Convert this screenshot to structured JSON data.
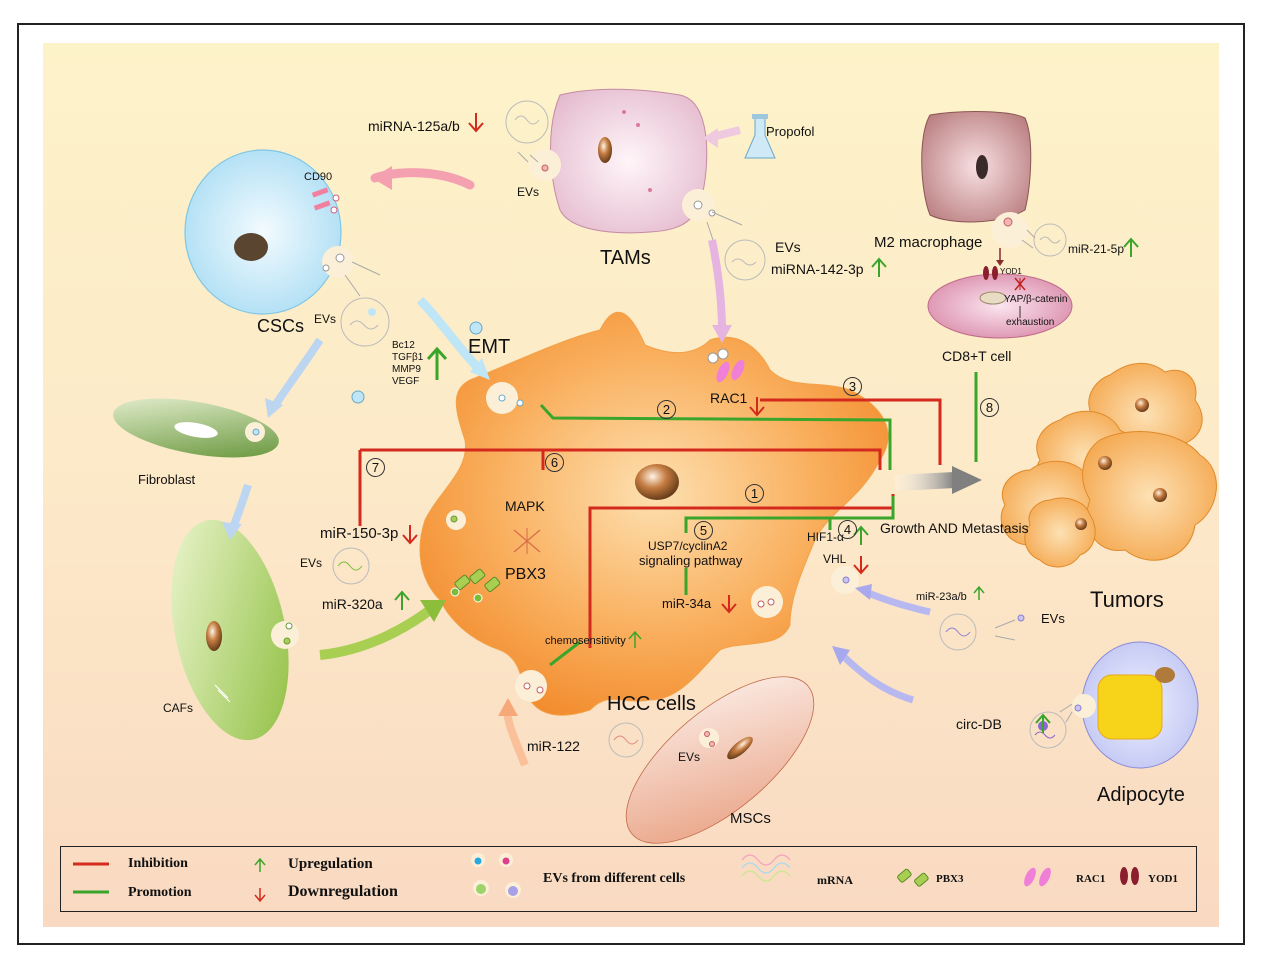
{
  "labels": {
    "mirna125": "miRNA-125a/b",
    "cd90": "CD90",
    "evs_tam": "EVs",
    "propofol": "Propofol",
    "tams": "TAMs",
    "evs_tam2": "EVs",
    "mirna142": "miRNA-142-3p",
    "m2": "M2 macrophage",
    "yod1": "YOD1",
    "yap": "YAP/β-catenin",
    "exhaustion": "exhaustion",
    "mir21": "miR-21-5p",
    "cd8": "CD8+T cell",
    "cscs": "CSCs",
    "evs_csc": "EVs",
    "factors": [
      "Bc12",
      "TGFβ1",
      "MMP9",
      "VEGF"
    ],
    "emt": "EMT",
    "rac1": "RAC1",
    "fibroblast": "Fibroblast",
    "mapk": "MAPK",
    "pbx3": "PBX3",
    "mir150": "miR-150-3p",
    "evs_caf": "EVs",
    "mir320": "miR-320a",
    "cafs": "CAFs",
    "usp7": "USP7/cyclinA2",
    "signaling": "signaling pathway",
    "mir34": "miR-34a",
    "hif": "HIF1-α",
    "vhl": "VHL",
    "growth": "Growth AND Metastasis",
    "tumors": "Tumors",
    "chemo": "chemosensitivity",
    "hcc": "HCC cells",
    "mir122": "miR-122",
    "evs_msc": "EVs",
    "mscs": "MSCs",
    "mir23": "miR-23a/b",
    "evs_adipo": "EVs",
    "circdb": "circ-DB",
    "adipocyte": "Adipocyte"
  },
  "pathways": [
    "1",
    "2",
    "3",
    "4",
    "5",
    "6",
    "7",
    "8"
  ],
  "legend": {
    "inhibition": "Inhibition",
    "promotion": "Promotion",
    "upregulation": "Upregulation",
    "downregulation": "Downregulation",
    "evs": "EVs from different cells",
    "mrna": "mRNA",
    "pbx3": "PBX3",
    "rac1": "RAC1",
    "yod1": "YOD1"
  },
  "colors": {
    "inhibition": "#d42a1e",
    "promotion": "#3aa52a",
    "hcc": "#f7a94a",
    "csc": "#bfe6f7",
    "tam": "#efc9d8",
    "caf": "#a8cf52"
  }
}
